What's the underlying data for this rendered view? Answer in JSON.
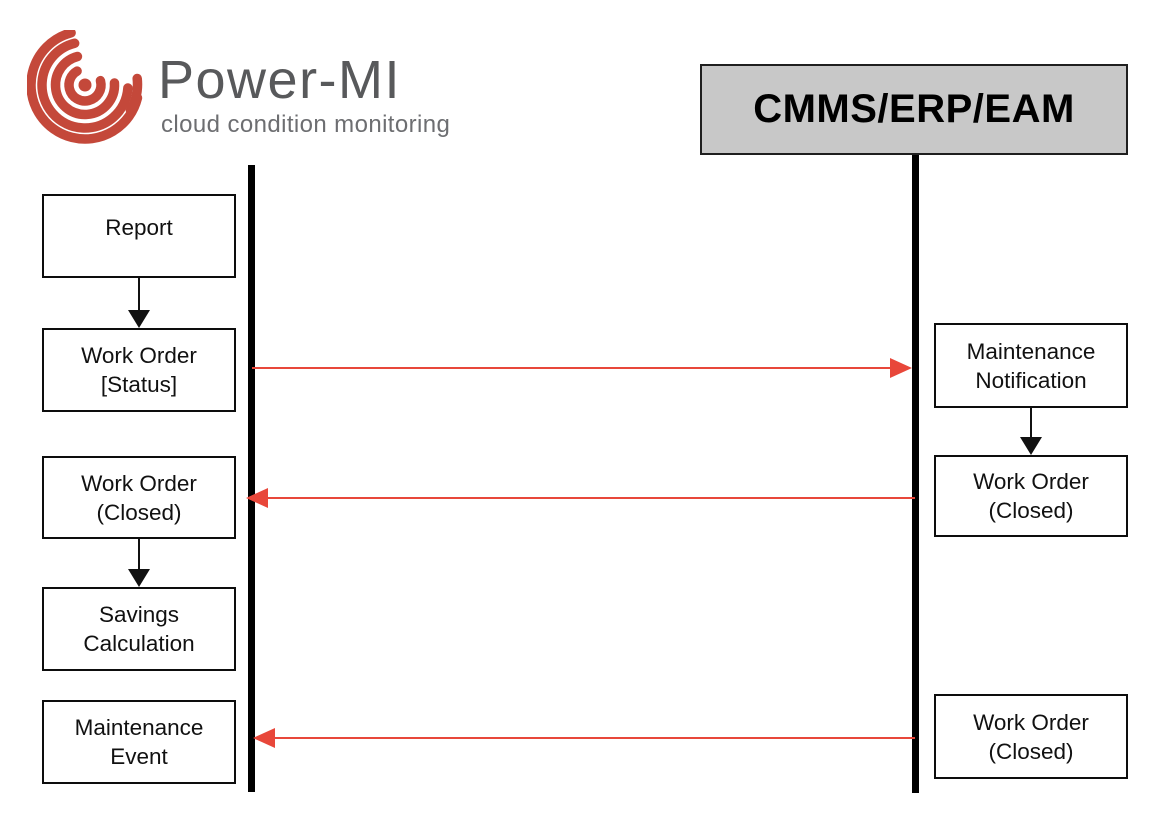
{
  "brand": {
    "name": "Power-MI",
    "tagline": "cloud condition monitoring",
    "logo_icon": "concentric-arcs-spiral"
  },
  "external_system": {
    "label": "CMMS/ERP/EAM"
  },
  "colors": {
    "logo_red": "#c4483a",
    "message_arrow_red": "#e8473a",
    "flow_arrow_black": "#111111",
    "brand_text": "#58595b",
    "tagline_text": "#6d6e71",
    "header_fill": "#c8c8c8"
  },
  "lifelines": [
    {
      "actor": "Power-MI",
      "side": "left"
    },
    {
      "actor": "CMMS/ERP/EAM",
      "side": "right"
    }
  ],
  "left_column": {
    "boxes": [
      {
        "label": "Report"
      },
      {
        "label": "Work Order\n[Status]"
      },
      {
        "label": "Work Order\n(Closed)"
      },
      {
        "label": "Savings\nCalculation"
      },
      {
        "label": "Maintenance\nEvent"
      }
    ]
  },
  "right_column": {
    "boxes": [
      {
        "label": "Maintenance\nNotification"
      },
      {
        "label": "Work Order\n(Closed)"
      },
      {
        "label": "Work Order\n(Closed)"
      }
    ]
  },
  "flow_arrows": [
    {
      "from": "Report",
      "to": "Work Order [Status]",
      "column": "left"
    },
    {
      "from": "Work Order (Closed)",
      "to": "Savings Calculation",
      "column": "left"
    },
    {
      "from": "Maintenance Notification",
      "to": "Work Order (Closed)",
      "column": "right"
    }
  ],
  "messages": [
    {
      "from": "Power-MI",
      "to": "CMMS/ERP/EAM",
      "source_box": "Work Order [Status]",
      "target_box": "Maintenance Notification",
      "direction": "right"
    },
    {
      "from": "CMMS/ERP/EAM",
      "to": "Power-MI",
      "source_box": "Work Order (Closed)",
      "target_box": "Work Order (Closed)",
      "direction": "left"
    },
    {
      "from": "CMMS/ERP/EAM",
      "to": "Power-MI",
      "source_box": "Work Order (Closed)",
      "target_box": "Maintenance Event",
      "direction": "left"
    }
  ]
}
